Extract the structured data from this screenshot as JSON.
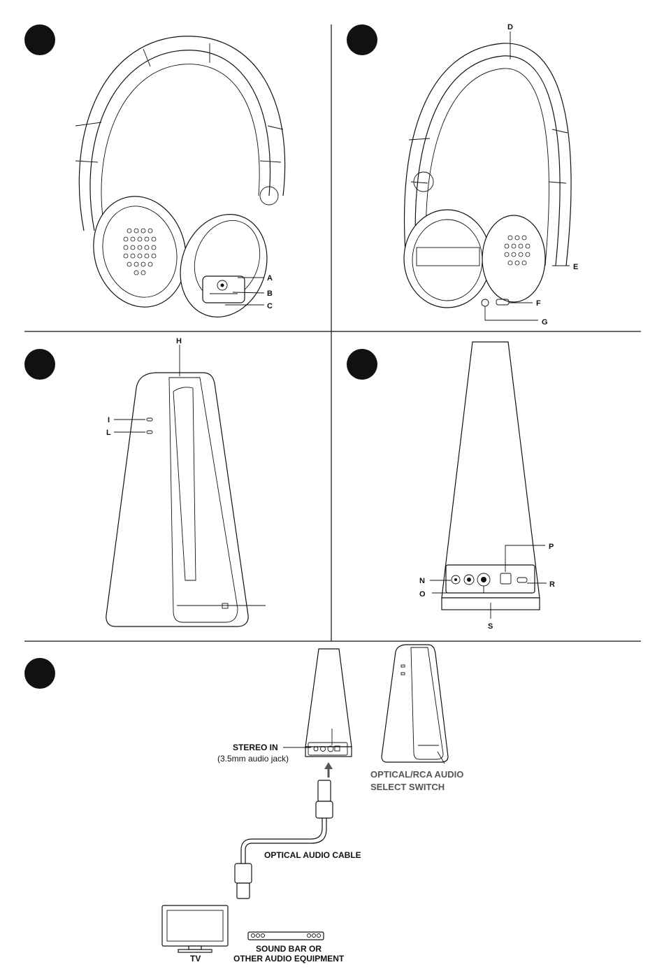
{
  "panels": {
    "p1": {
      "labels": {
        "a": "A",
        "b": "B",
        "c": "C"
      }
    },
    "p2": {
      "labels": {
        "d": "D",
        "e": "E",
        "f": "F",
        "g": "G"
      }
    },
    "p3": {
      "labels": {
        "h": "H",
        "i": "I",
        "l": "L"
      }
    },
    "p4": {
      "labels": {
        "n": "N",
        "o": "O",
        "p": "P",
        "r": "R",
        "s": "S"
      }
    },
    "p5": {
      "stereo_in": "STEREO IN",
      "stereo_in_sub": "(3.5mm audio jack)",
      "switch_line1": "OPTICAL/RCA AUDIO",
      "switch_line2": "SELECT SWITCH",
      "cable": "OPTICAL AUDIO CABLE",
      "tv": "TV",
      "soundbar_line1": "SOUND BAR OR",
      "soundbar_line2": "OTHER AUDIO EQUIPMENT"
    }
  }
}
